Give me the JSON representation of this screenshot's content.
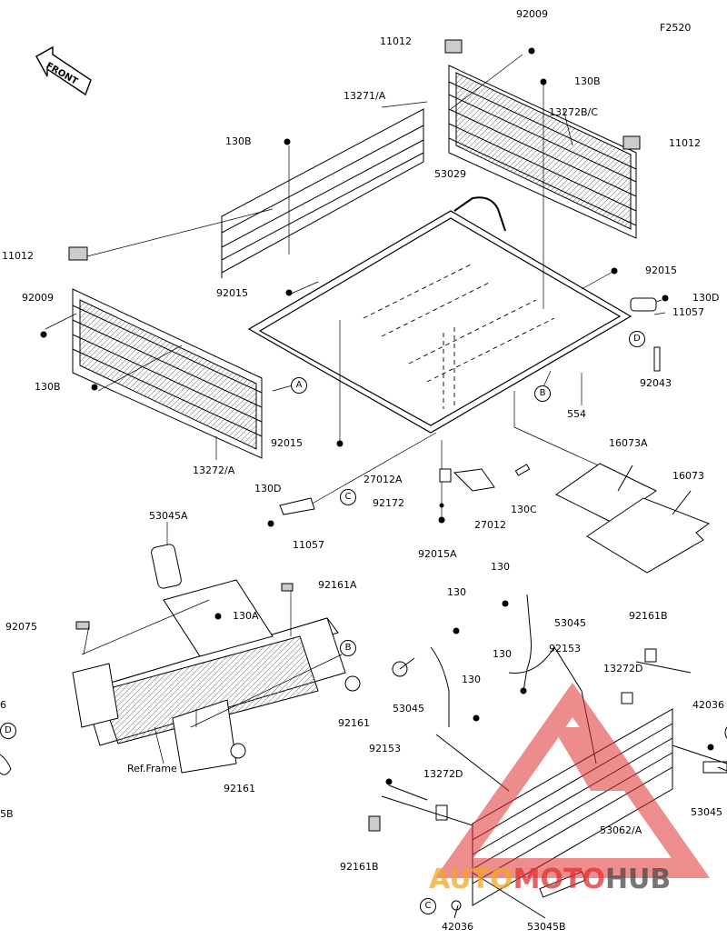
{
  "fig_code": "F2520",
  "front_label": "FRONT",
  "ref_frame": "Ref.Frame",
  "watermark": {
    "part1": "AUTO",
    "part2": "MOTO",
    "part3": "HUB",
    "color1": "#f5a623",
    "color2": "#e03030",
    "color3": "#4a4a4a"
  },
  "parts": {
    "p92009_top": "92009",
    "p11012_top": "11012",
    "p130B_top": "130B",
    "p13271A": "13271/A",
    "p13272BC": "13272B/C",
    "p11012_right": "11012",
    "p130B_mid": "130B",
    "p53029": "53029",
    "p92015_right": "92015",
    "p11012_left": "11012",
    "p92009_left": "92009",
    "p92015_mid": "92015",
    "p130D_right": "130D",
    "p11057_right": "11057",
    "p92043": "92043",
    "p130B_left": "130B",
    "p554": "554",
    "p92015_bottom": "92015",
    "p13272A": "13272/A",
    "p16073A": "16073A",
    "p16073": "16073",
    "p27012A": "27012A",
    "p130D_left": "130D",
    "p92172": "92172",
    "p27012": "27012",
    "p130C": "130C",
    "p11057_left": "11057",
    "p92015A": "92015A",
    "p53045A": "53045A",
    "p92161A": "92161A",
    "p130A": "130A",
    "p92075": "92075",
    "p130_a": "130",
    "p130_b": "130",
    "p53045_a": "53045",
    "p92161B_a": "92161B",
    "p130_c": "130",
    "p92153_a": "92153",
    "p13272D_a": "13272D",
    "p92161": "92161",
    "p53045_b": "53045",
    "p92161_b": "92161",
    "p42036_a": "42036",
    "p92153_b": "92153",
    "p13272D_b": "13272D",
    "p53045_c": "53045",
    "p53062A": "53062/A",
    "p92161B_b": "92161B",
    "p42036_b": "42036",
    "p53045B": "53045B",
    "p_cut_6": "6",
    "p_cut_5B": "5B",
    "p130_d": "130"
  },
  "callouts": {
    "A": "A",
    "B_mid": "B",
    "C_mid": "C",
    "D_right": "D",
    "B_lower": "B",
    "C_bottom": "C",
    "D_left": "D"
  }
}
